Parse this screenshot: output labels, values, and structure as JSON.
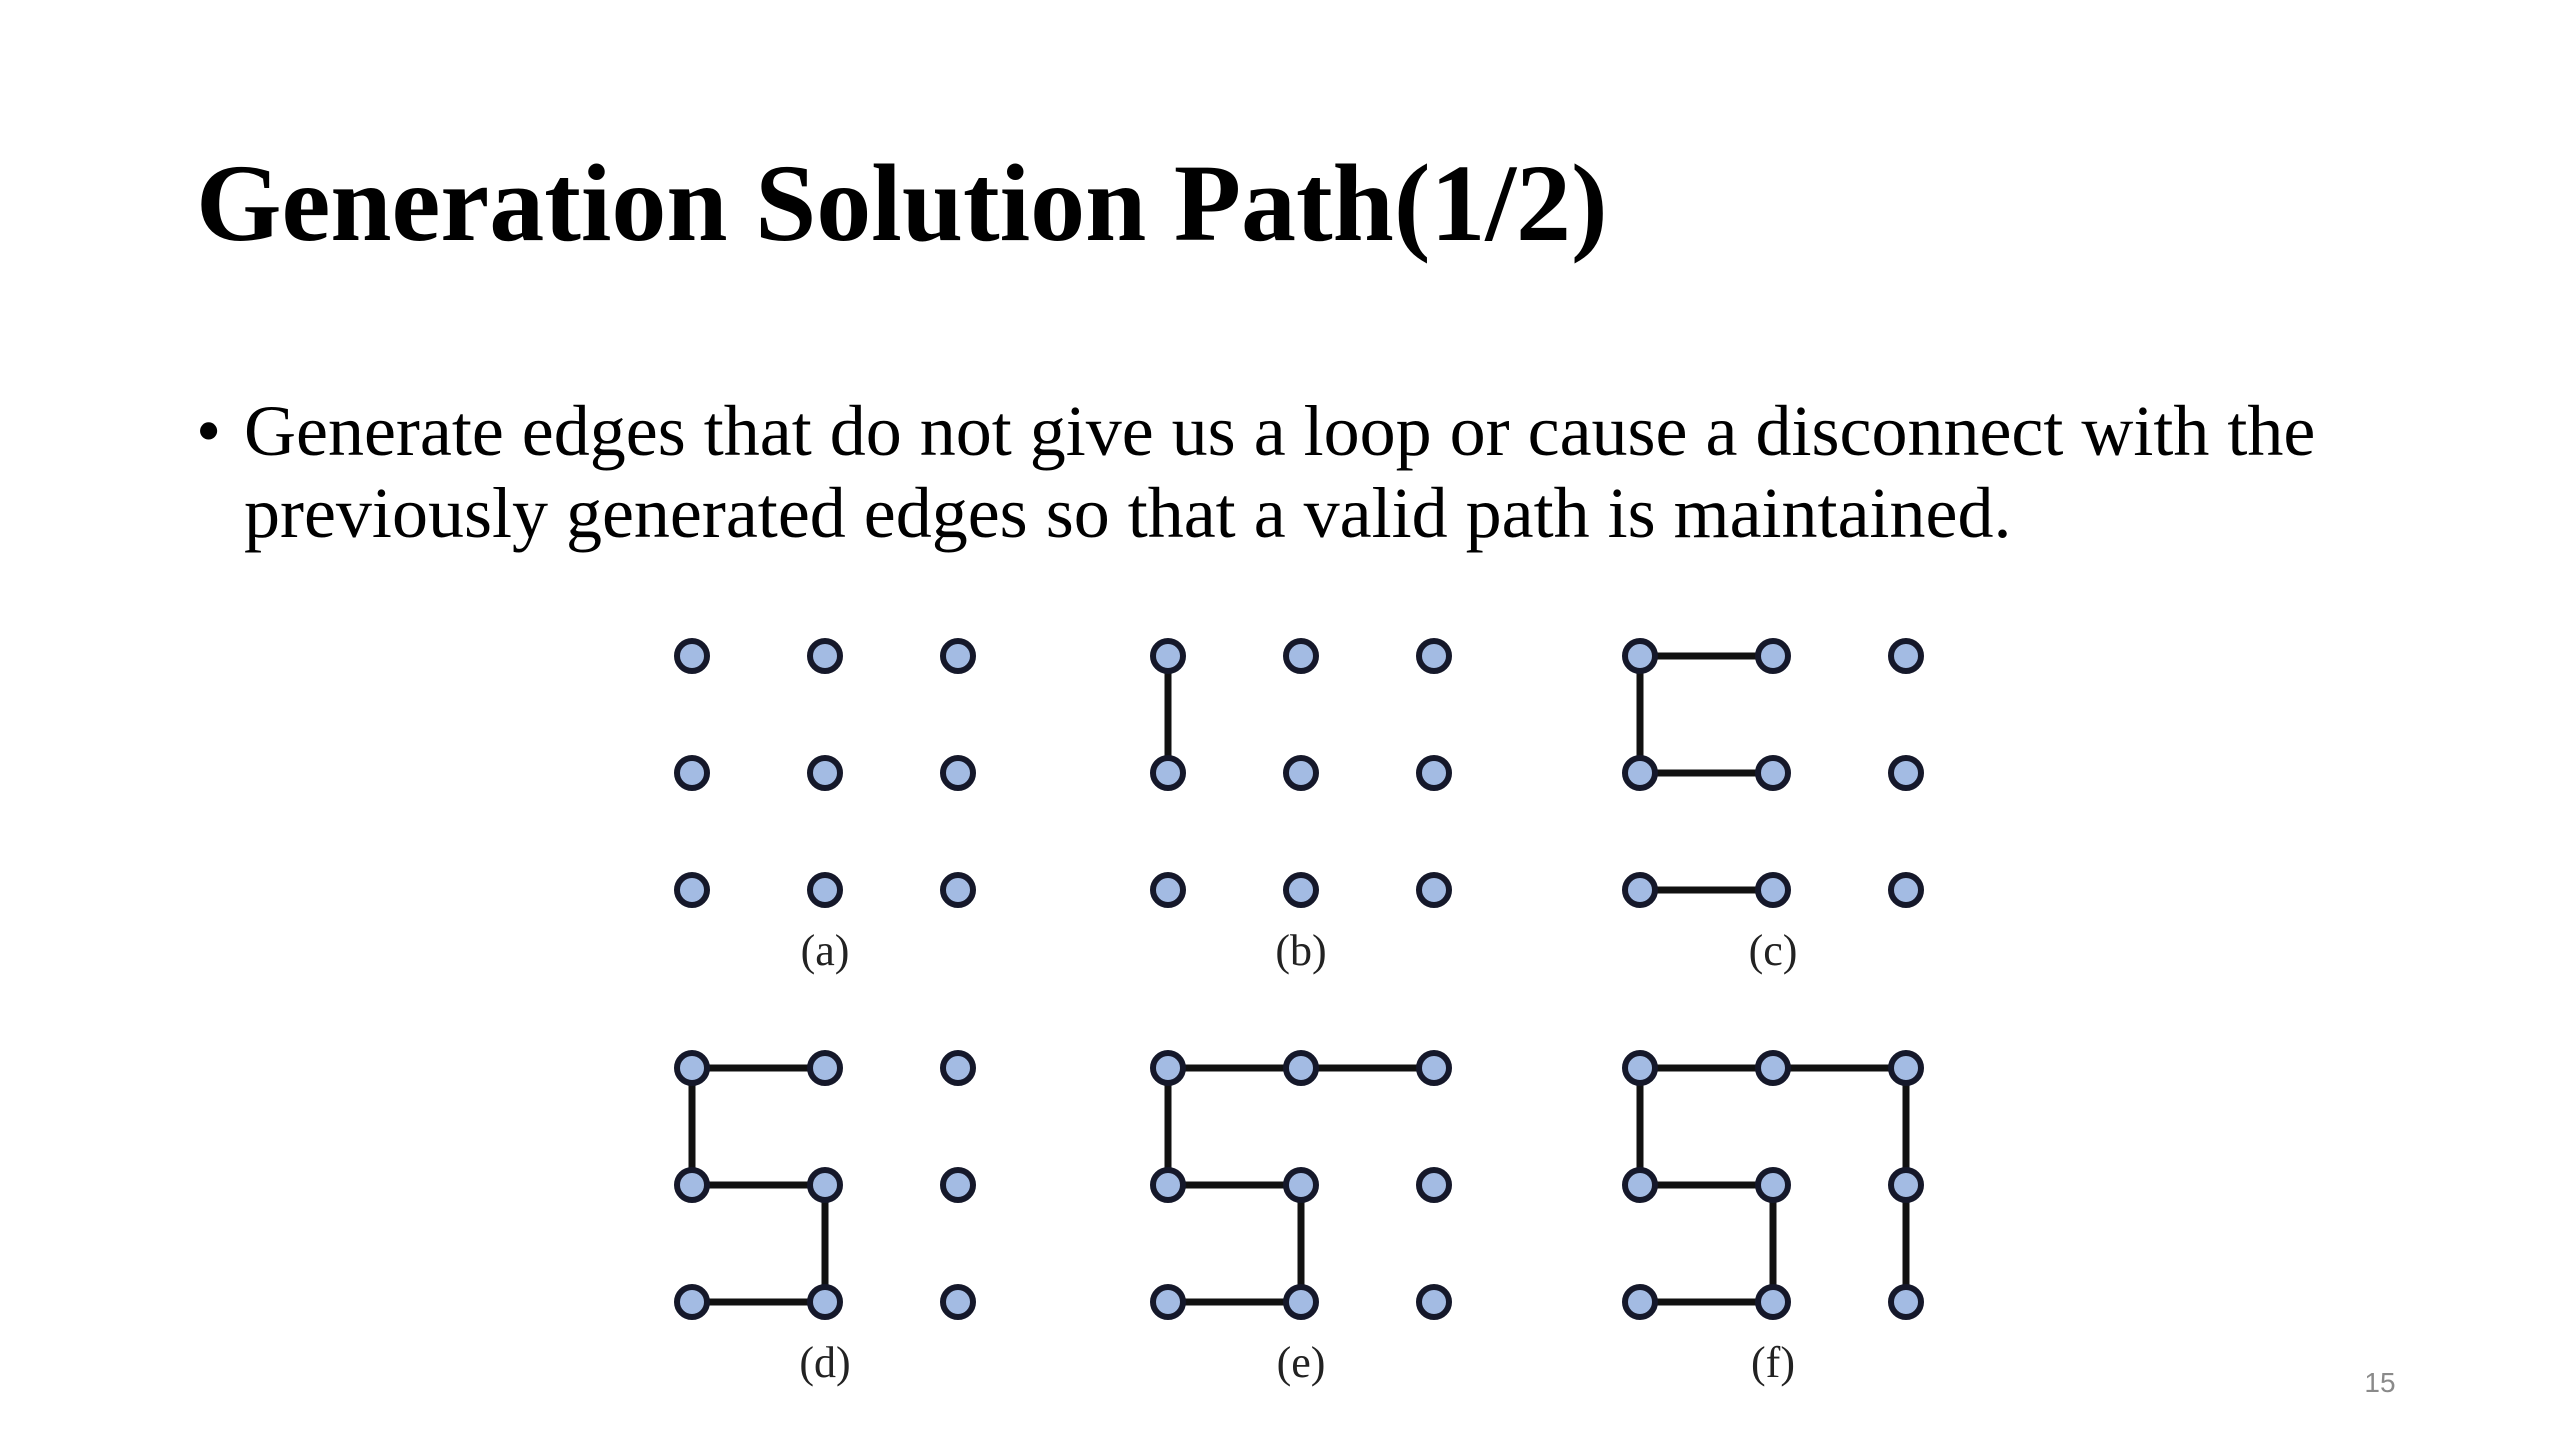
{
  "slide": {
    "title": "Generation Solution Path(1/2)",
    "bullets": [
      "Generate edges that do not give us a loop or cause a disconnect with the previously generated edges so that a valid path is maintained."
    ],
    "bullet_glyph": "•",
    "slide_number": "15"
  },
  "diagram": {
    "node_fill": "#a3bbe3",
    "node_stroke": "#15182a",
    "edge_color": "#111111",
    "grid": {
      "rows": 3,
      "cols": 3
    },
    "panels": [
      {
        "label": "(a)",
        "edges": []
      },
      {
        "label": "(b)",
        "edges": [
          [
            [
              0,
              0
            ],
            [
              1,
              0
            ]
          ]
        ]
      },
      {
        "label": "(c)",
        "edges": [
          [
            [
              0,
              0
            ],
            [
              1,
              0
            ]
          ],
          [
            [
              0,
              0
            ],
            [
              0,
              1
            ]
          ],
          [
            [
              1,
              0
            ],
            [
              1,
              1
            ]
          ],
          [
            [
              2,
              0
            ],
            [
              2,
              1
            ]
          ]
        ]
      },
      {
        "label": "(d)",
        "edges": [
          [
            [
              0,
              0
            ],
            [
              1,
              0
            ]
          ],
          [
            [
              0,
              0
            ],
            [
              0,
              1
            ]
          ],
          [
            [
              1,
              0
            ],
            [
              1,
              1
            ]
          ],
          [
            [
              2,
              0
            ],
            [
              2,
              1
            ]
          ],
          [
            [
              1,
              1
            ],
            [
              2,
              1
            ]
          ]
        ]
      },
      {
        "label": "(e)",
        "edges": [
          [
            [
              0,
              0
            ],
            [
              1,
              0
            ]
          ],
          [
            [
              0,
              0
            ],
            [
              0,
              1
            ]
          ],
          [
            [
              1,
              0
            ],
            [
              1,
              1
            ]
          ],
          [
            [
              2,
              0
            ],
            [
              2,
              1
            ]
          ],
          [
            [
              1,
              1
            ],
            [
              2,
              1
            ]
          ],
          [
            [
              0,
              1
            ],
            [
              0,
              2
            ]
          ]
        ]
      },
      {
        "label": "(f)",
        "edges": [
          [
            [
              0,
              0
            ],
            [
              1,
              0
            ]
          ],
          [
            [
              0,
              0
            ],
            [
              0,
              1
            ]
          ],
          [
            [
              1,
              0
            ],
            [
              1,
              1
            ]
          ],
          [
            [
              2,
              0
            ],
            [
              2,
              1
            ]
          ],
          [
            [
              1,
              1
            ],
            [
              2,
              1
            ]
          ],
          [
            [
              0,
              1
            ],
            [
              0,
              2
            ]
          ],
          [
            [
              0,
              2
            ],
            [
              1,
              2
            ]
          ],
          [
            [
              1,
              2
            ],
            [
              2,
              2
            ]
          ]
        ]
      }
    ]
  }
}
